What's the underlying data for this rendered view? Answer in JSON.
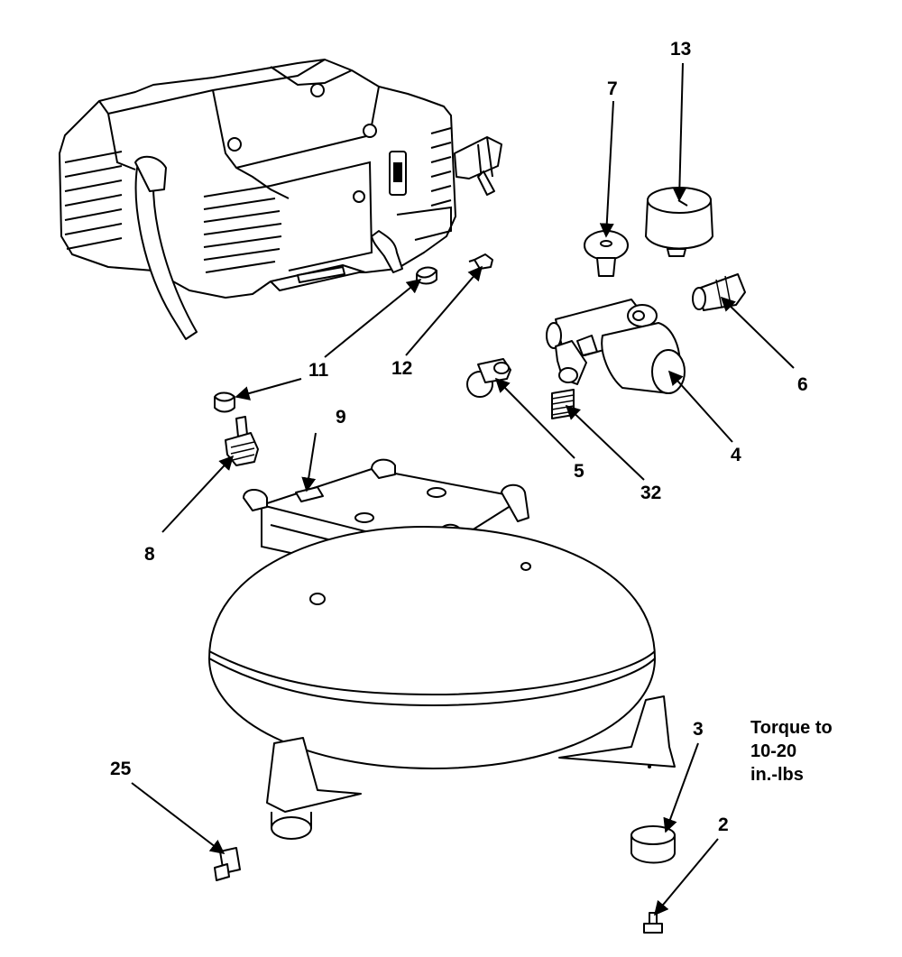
{
  "callouts": {
    "p13": "13",
    "p7": "7",
    "p6": "6",
    "p11a": "11",
    "p12": "12",
    "p11b": "11",
    "p9": "9",
    "p5": "5",
    "p4": "4",
    "p32": "32",
    "p8": "8",
    "p3": "3",
    "p2": "2",
    "p25": "25"
  },
  "note": {
    "line1": "Torque to",
    "line2": "10-20",
    "line3": "in.-lbs"
  }
}
